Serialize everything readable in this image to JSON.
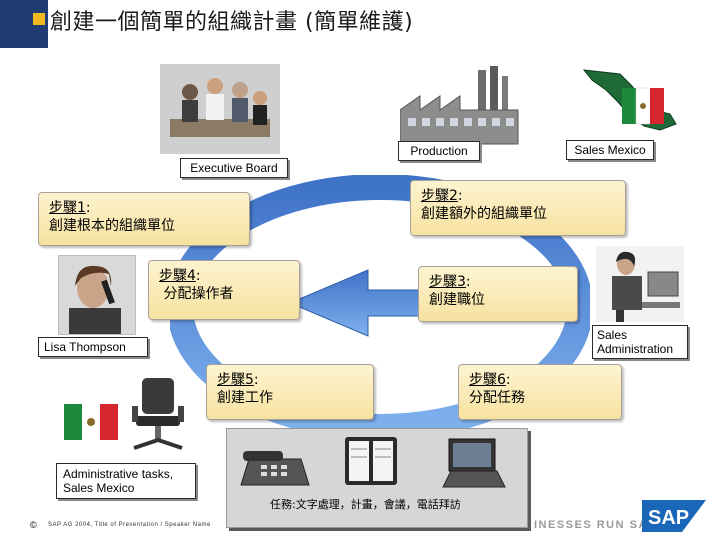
{
  "header": {
    "title": "創建一個簡單的組織計畫 (簡單維護)"
  },
  "labels": {
    "executive_board": "Executive Board",
    "production": "Production",
    "sales_mexico": "Sales Mexico",
    "lisa": "Lisa Thompson",
    "sales_admin": "Sales Administration",
    "admin_tasks": "Administrative tasks, Sales Mexico"
  },
  "steps": [
    {
      "num": "步驟1",
      "desc": "創建根本的組織單位"
    },
    {
      "num": "步驟2",
      "desc": "創建額外的組織單位"
    },
    {
      "num": "步驟3",
      "desc": "創建職位"
    },
    {
      "num": "步驟4",
      "desc": "分配操作者"
    },
    {
      "num": "步驟5",
      "desc": "創建工作"
    },
    {
      "num": "步驟6",
      "desc": "分配任務"
    }
  ],
  "tasks_text": "任務:文字處理，計畫，會議，電話拜訪",
  "footer": {
    "copyright": "©",
    "text": "SAP AG 2004, Title of Presentation / Speaker Name",
    "tagline": "INESSES RUN SAP",
    "logo": "SAP"
  },
  "colors": {
    "header_square": "#1f3d73",
    "header_bullet": "#f2b91e",
    "ring": "#5b8fd6",
    "step_fill": "#f6e2a0"
  }
}
